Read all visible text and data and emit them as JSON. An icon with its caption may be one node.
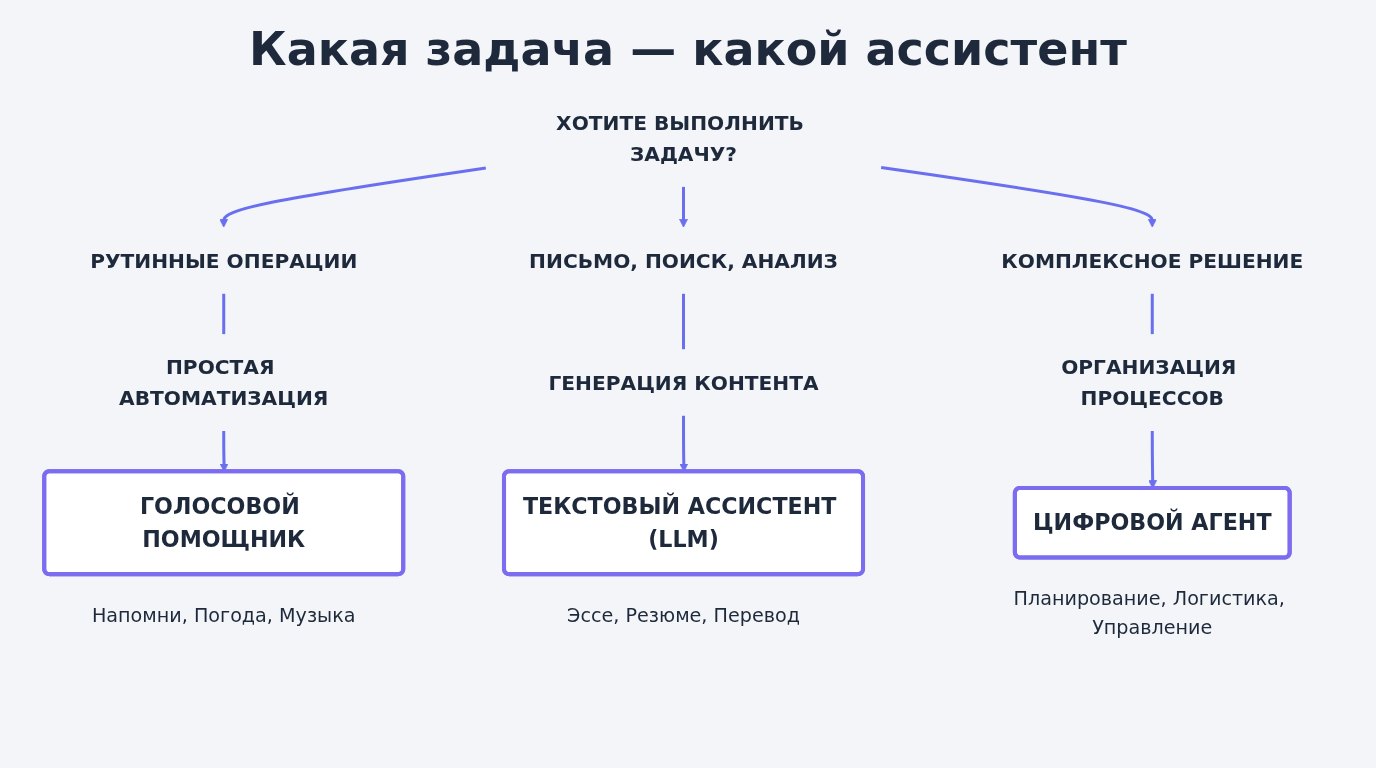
{
  "diagram": {
    "title": "Какая задача — какой ассистент",
    "nodes": [
      {
        "text": [
          "ХОТИТЕ ВЫПОЛНИТЬ ЗАДАЧУ?"
        ]
      },
      {
        "text": [
          "РУТИННЫЕ ОПЕРАЦИИ"
        ]
      },
      {
        "text": [
          "ПИСЬМО, ПОИСК, АНАЛИЗ"
        ]
      },
      {
        "text": [
          "КОМПЛЕКСНОЕ РЕШЕНИЕ"
        ]
      },
      {
        "text": [
          "ПРОСТАЯ АВТОМАТИЗАЦИЯ"
        ]
      },
      {
        "text": [
          "ГЕНЕРАЦИЯ КОНТЕНТА"
        ]
      },
      {
        "text": [
          "ОРГАНИЗАЦИЯ ПРОЦЕССОВ"
        ]
      },
      {
        "text": [
          "ГОЛОСОВОЙ ПОМОЩНИК"
        ],
        "beside": [
          "Напомни, Погода, Музыка"
        ]
      },
      {
        "text": [
          "ТЕКСТОВЫЙ АССИСТЕНТ (LLM)"
        ],
        "beside": [
          "Эссе, Резюме, Перевод"
        ]
      },
      {
        "text": [
          "ЦИФРОВОЙ АГЕНТ"
        ],
        "beside": [
          "Планирование, Логистика, Управление"
        ]
      }
    ],
    "edges": [
      {
        "from": 0,
        "to": 1,
        "arrow": "to"
      },
      {
        "from": 0,
        "to": 2,
        "arrow": "to"
      },
      {
        "from": 0,
        "to": 3,
        "arrow": "to"
      },
      {
        "from": 1,
        "to": 4,
        "arrow": "none"
      },
      {
        "from": 2,
        "to": 5,
        "arrow": "none"
      },
      {
        "from": 3,
        "to": 6,
        "arrow": "none"
      },
      {
        "from": 4,
        "to": 7,
        "arrow": "to"
      },
      {
        "from": 5,
        "to": 8,
        "arrow": "to"
      },
      {
        "from": 6,
        "to": 9,
        "arrow": "to"
      }
    ]
  }
}
